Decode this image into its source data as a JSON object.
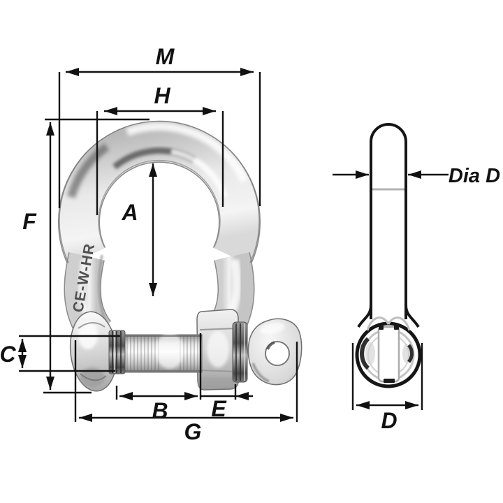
{
  "drawing": {
    "title": "Bow shackle dimensional diagram, front view and side view",
    "labels": {
      "M": "M",
      "H": "H",
      "A": "A",
      "F": "F",
      "C": "C",
      "B": "B",
      "E": "E",
      "G": "G",
      "D": "D",
      "dia_d": "Dia D"
    },
    "engraving": "CE-W-HR",
    "colors": {
      "line": "#111111",
      "background": "#ffffff",
      "metal_light": "#f4f4f4",
      "metal_mid": "#c8c8c8",
      "metal_dark": "#8c8c8c"
    }
  }
}
